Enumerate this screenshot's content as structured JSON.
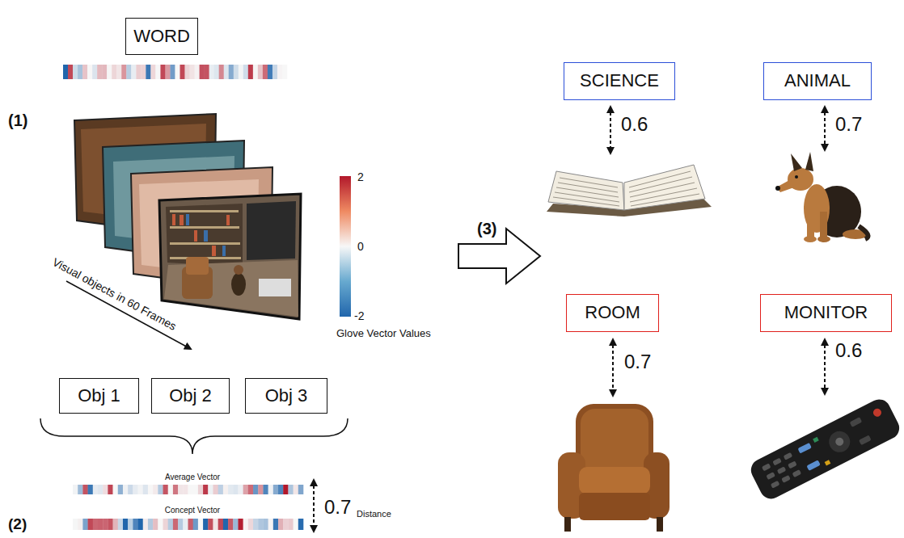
{
  "diagram": {
    "nodes": [
      {
        "text": [
          "WORD"
        ]
      },
      {
        "text": [
          "Obj 1"
        ]
      },
      {
        "text": [
          "Obj 2"
        ]
      },
      {
        "text": [
          "Obj 3"
        ]
      },
      {
        "text": [
          "SCIENCE"
        ]
      },
      {
        "text": [
          "ANIMAL"
        ]
      },
      {
        "text": [
          "ROOM"
        ]
      },
      {
        "text": [
          "MONITOR"
        ]
      }
    ],
    "labels": [
      "(1)",
      "Visual objects in 60 Frames",
      "2",
      "0",
      "-2",
      "Glove Vector Values",
      "Average Vector",
      "Concept Vector",
      "0.7",
      "Distance",
      "(2)",
      "(3)",
      "0.6",
      "0.7",
      "0.7",
      "0.6"
    ]
  }
}
